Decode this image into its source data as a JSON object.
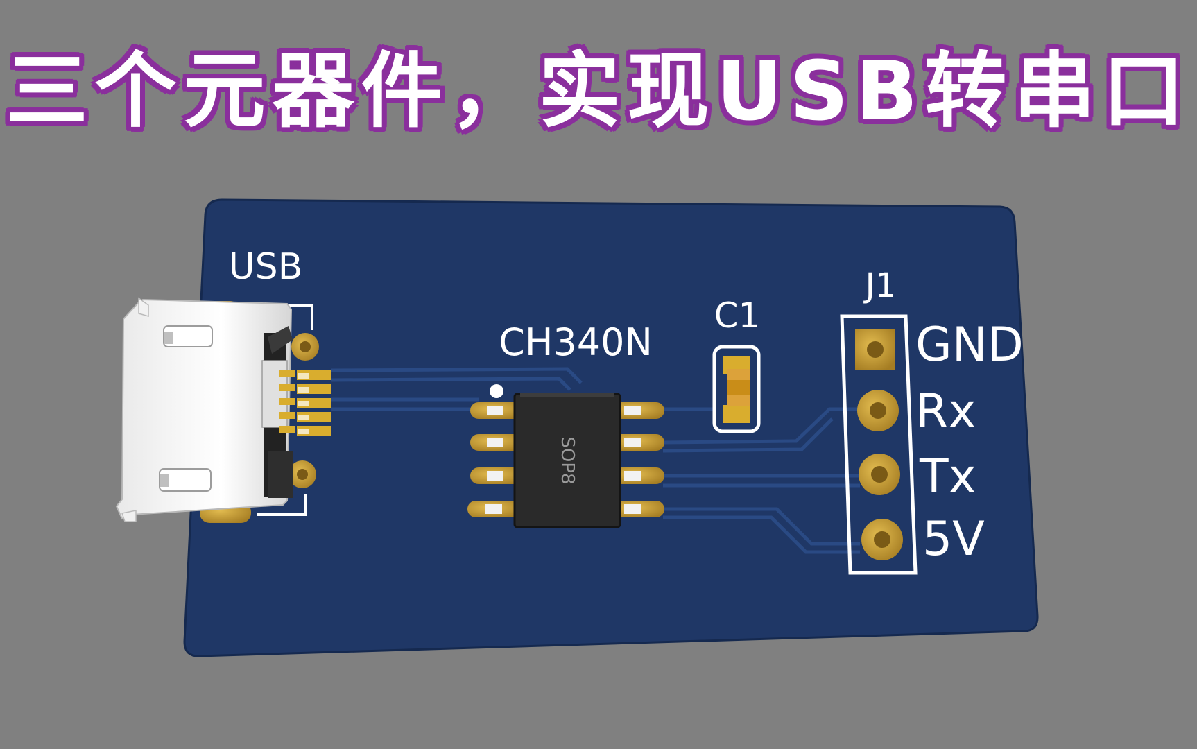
{
  "title": "三个元器件，实现USB转串口",
  "pcb": {
    "board_color": "#1f3766",
    "silk_color": "#ffffff",
    "pad_color": "#c8a038",
    "labels": {
      "usb": "USB",
      "ic": "CH340N",
      "ic_package": "SOP8",
      "cap": "C1",
      "header": "J1"
    },
    "header_pins": [
      "GND",
      "Rx",
      "Tx",
      "5V"
    ]
  }
}
